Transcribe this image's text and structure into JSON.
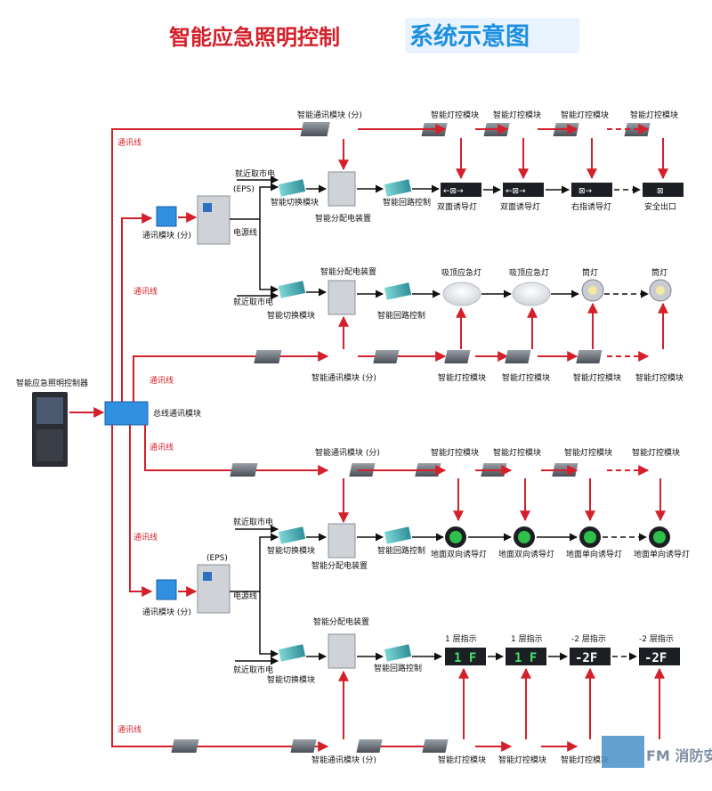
{
  "title": {
    "main": "智能应急照明控制",
    "sub": "系统示意图"
  },
  "controller": {
    "label": "智能应急照明控制器"
  },
  "bus": {
    "label": "总线通讯模块"
  },
  "comm_line": "通讯线",
  "power_line": "电源线",
  "eps": "(EPS)",
  "city_power": "就近取市电",
  "modules": {
    "comm_sub": "智能通讯模块 (分)",
    "comm_sub2": "通讯模块 (分)",
    "lamp_ctrl": "智能灯控模块",
    "switch": "智能切换模块",
    "dist": "智能分配电装置",
    "loop": "智能回路控制"
  },
  "lamps": {
    "dual_guide": "双面诱导灯",
    "right_guide": "右指诱导灯",
    "exit": "安全出口",
    "ceiling": "吸顶应急灯",
    "downlight": "筒灯",
    "floor_dual": "地面双向诱导灯",
    "floor_single": "地面单向诱导灯",
    "floor_1f": "1 层指示",
    "floor_m2": "-2 层指示"
  },
  "signs": {
    "f1": "1 F",
    "fm2": "-2F"
  },
  "watermark": "FM 消防安装"
}
